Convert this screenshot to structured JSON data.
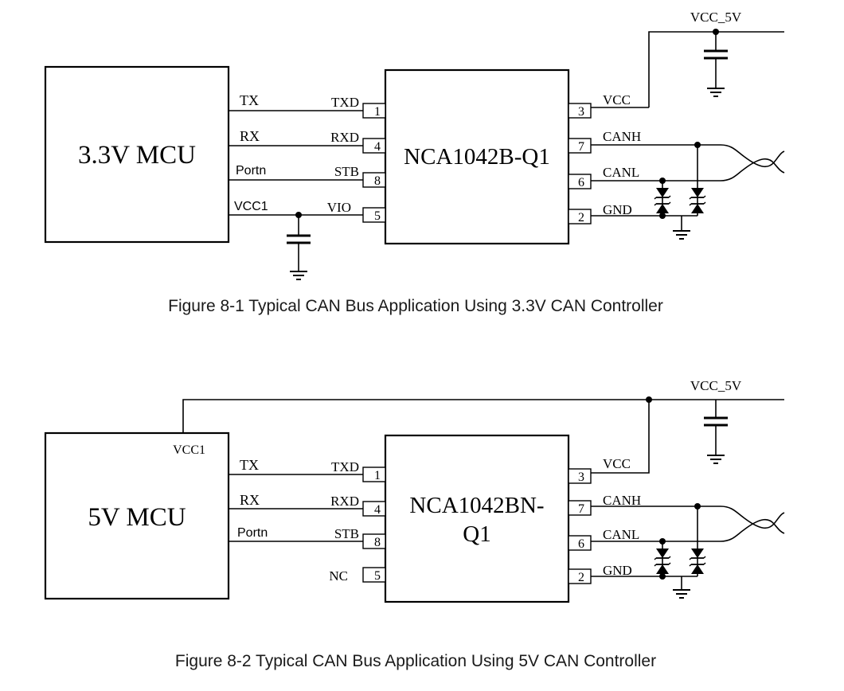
{
  "figures": [
    {
      "caption": "Figure 8-1 Typical CAN Bus Application Using 3.3V CAN Controller",
      "mcu_label": "3.3V MCU",
      "chip_label_lines": [
        "NCA1042B-Q1"
      ],
      "supply_label": "VCC_5V",
      "mcu_signals": [
        "TX",
        "RX",
        "Portn",
        "VCC1"
      ],
      "left_pins": [
        {
          "name": "TXD",
          "number": "1"
        },
        {
          "name": "RXD",
          "number": "4"
        },
        {
          "name": "STB",
          "number": "8"
        },
        {
          "name": "VIO",
          "number": "5"
        }
      ],
      "right_pins": [
        {
          "name": "VCC",
          "number": "3"
        },
        {
          "name": "CANH",
          "number": "7"
        },
        {
          "name": "CANL",
          "number": "6"
        },
        {
          "name": "GND",
          "number": "2"
        }
      ]
    },
    {
      "caption": "Figure 8-2 Typical CAN Bus Application Using 5V CAN Controller",
      "mcu_label": "5V MCU",
      "mcu_supply_label": "VCC1",
      "chip_label_lines": [
        "NCA1042BN-",
        "Q1"
      ],
      "supply_label": "VCC_5V",
      "mcu_signals": [
        "TX",
        "RX",
        "Portn"
      ],
      "left_pins": [
        {
          "name": "TXD",
          "number": "1"
        },
        {
          "name": "RXD",
          "number": "4"
        },
        {
          "name": "STB",
          "number": "8"
        },
        {
          "name": "NC",
          "number": "5"
        }
      ],
      "right_pins": [
        {
          "name": "VCC",
          "number": "3"
        },
        {
          "name": "CANH",
          "number": "7"
        },
        {
          "name": "CANL",
          "number": "6"
        },
        {
          "name": "GND",
          "number": "2"
        }
      ]
    }
  ]
}
